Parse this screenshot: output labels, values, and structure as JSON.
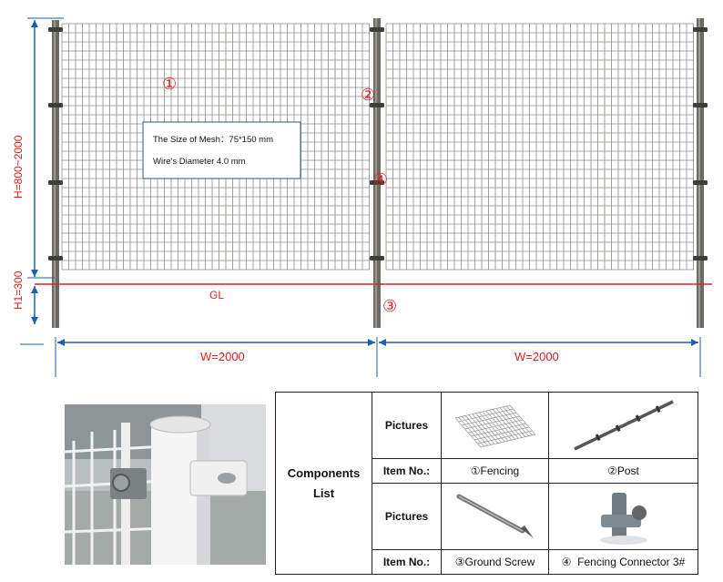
{
  "labels": {
    "height": "H=800~2000",
    "h1": "H1=300",
    "ground": "GL",
    "width_left": "W=2000",
    "width_right": "W=2000"
  },
  "callouts": {
    "fencing": "①",
    "post": "②",
    "screw": "③",
    "connector": "④"
  },
  "spec_box": {
    "mesh_size": "The Size of Mesh：75*150 mm",
    "wire_diameter": "Wire's Diameter   4.0 mm"
  },
  "components_table": {
    "title_line1": "Components",
    "title_line2": "List",
    "pictures_label": "Pictures",
    "item_no_label": "Item No.:",
    "items": [
      {
        "no": "①",
        "name": "Fencing",
        "icon": "fence-panel-icon"
      },
      {
        "no": "②",
        "name": "Post",
        "icon": "post-icon"
      },
      {
        "no": "③",
        "name": "Ground Screw",
        "icon": "ground-screw-icon"
      },
      {
        "no": "④",
        "name": "Fencing Connector 3#",
        "icon": "fencing-connector-icon"
      }
    ]
  },
  "colors": {
    "dimension_red": "#e02020",
    "dimension_blue": "#1a5fa8",
    "post": "#6b6b63",
    "mesh": "#8c8c86"
  }
}
